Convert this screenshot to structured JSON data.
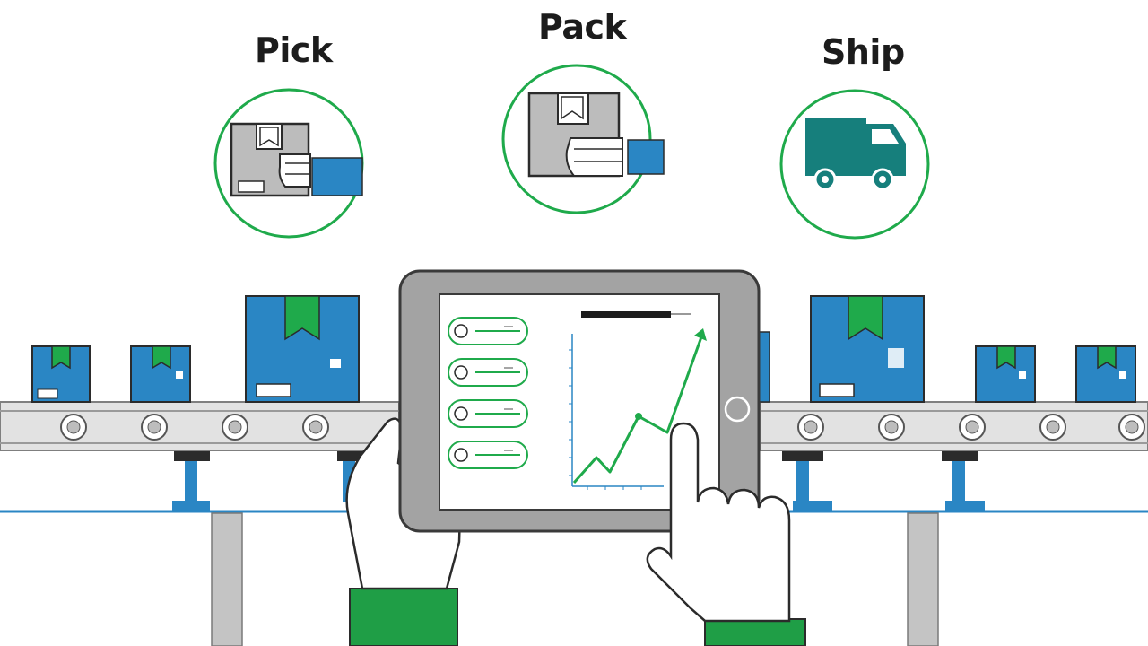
{
  "stages": [
    {
      "label": "Pick",
      "icon": "box-hand-pick-icon"
    },
    {
      "label": "Pack",
      "icon": "box-hand-pack-icon"
    },
    {
      "label": "Ship",
      "icon": "delivery-truck-icon"
    }
  ],
  "colors": {
    "accent_green": "#1faa4b",
    "box_blue": "#2a86c4",
    "truck_teal": "#167f7c",
    "conveyor_gray": "#d9d9d9",
    "tablet_gray": "#9a9a9a",
    "sleeve_green": "#1f9e46"
  },
  "tablet": {
    "list_item_count": 4,
    "trend": "up"
  }
}
